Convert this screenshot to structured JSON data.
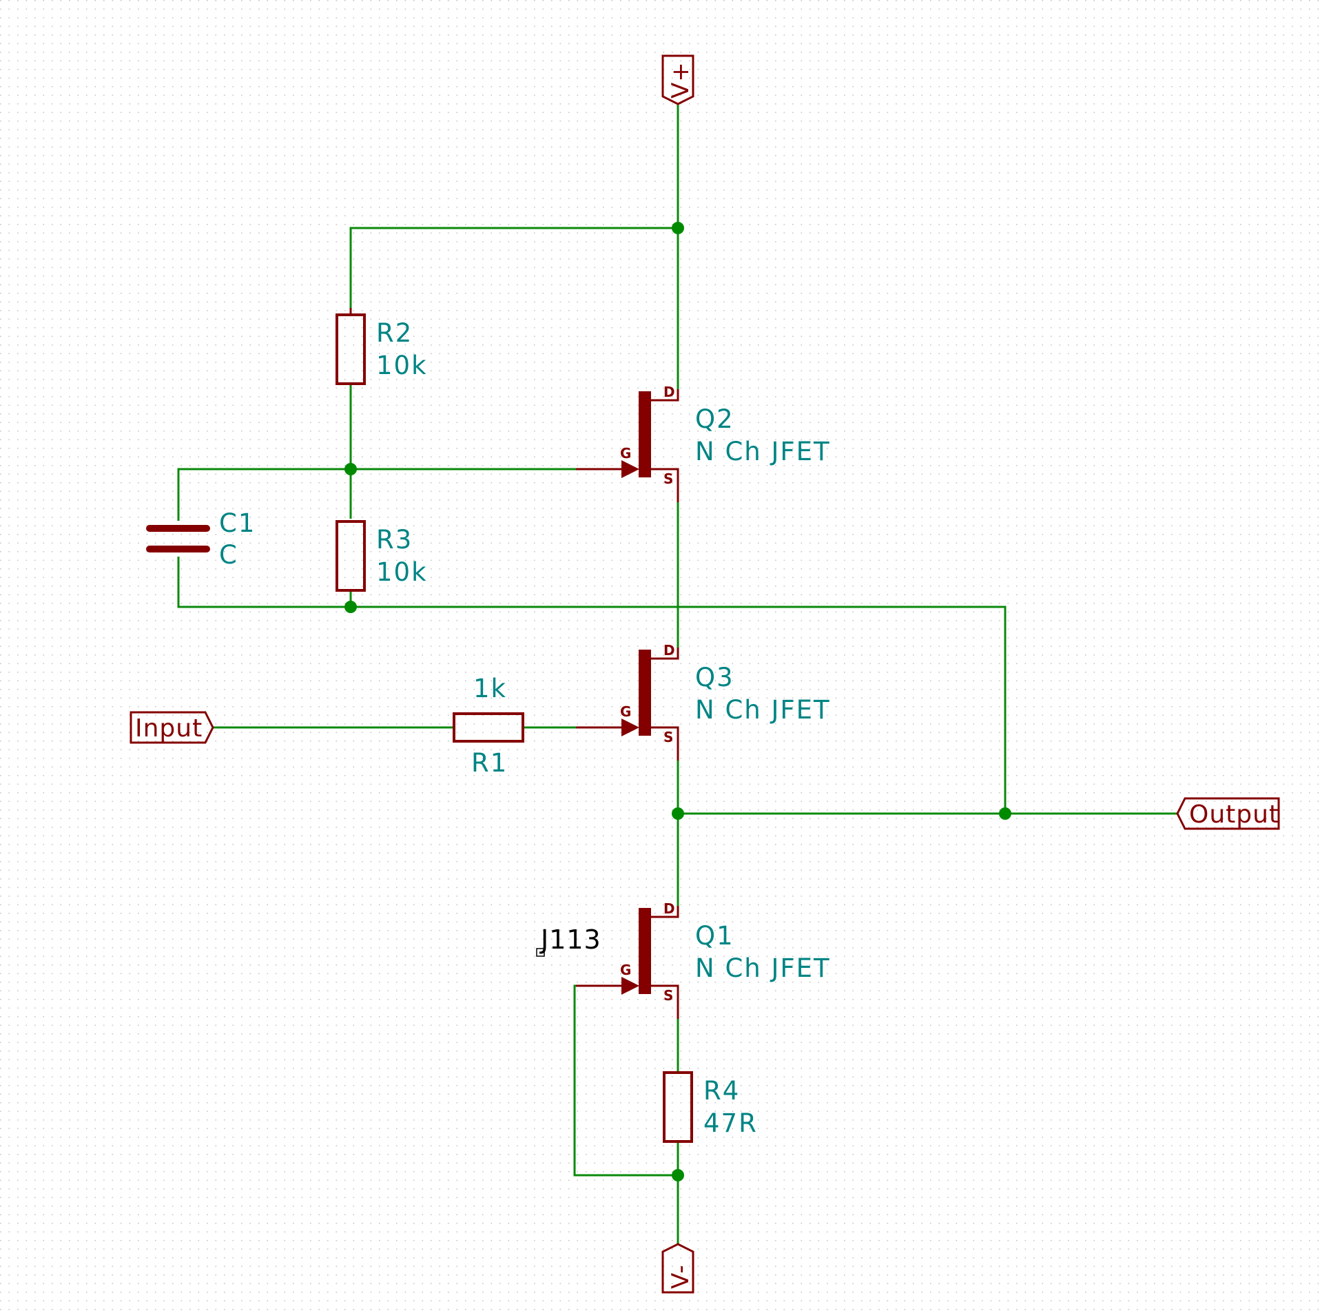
{
  "colors": {
    "wire": "#0b8a0b",
    "component": "#840000",
    "label": "#008484",
    "junction": "#008a00",
    "grid_dot": "#c6c6c6",
    "background": "#ffffff"
  },
  "power": {
    "vplus": "V+",
    "vminus": "V-"
  },
  "ports": {
    "input": "Input",
    "output": "Output"
  },
  "components": {
    "r2": {
      "ref": "R2",
      "value": "10k"
    },
    "r3": {
      "ref": "R3",
      "value": "10k"
    },
    "c1": {
      "ref": "C1",
      "value": "C"
    },
    "r1": {
      "ref": "R1",
      "value": "1k"
    },
    "r4": {
      "ref": "R4",
      "value": "47R"
    },
    "q2": {
      "ref": "Q2",
      "value": "N Ch JFET"
    },
    "q3": {
      "ref": "Q3",
      "value": "N Ch JFET"
    },
    "q1": {
      "ref": "Q1",
      "value": "N Ch JFET"
    }
  },
  "pins": {
    "drain": "D",
    "gate": "G",
    "source": "S"
  },
  "note": "J113"
}
